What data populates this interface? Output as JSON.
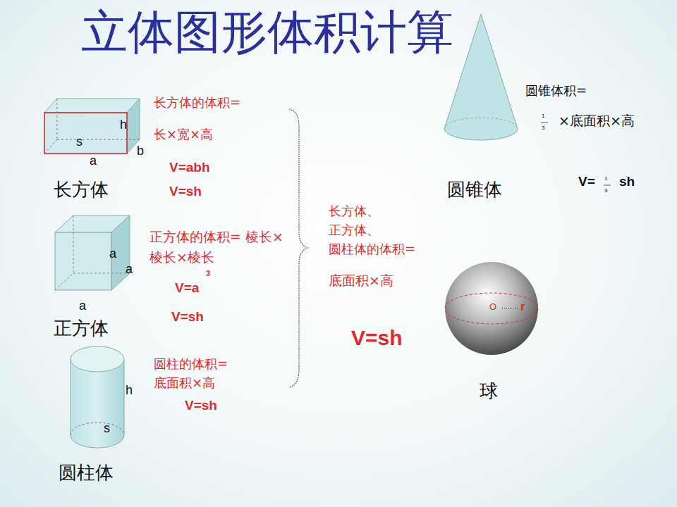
{
  "diagram": {
    "title": "立体图形体积计算",
    "labels": [
      "长方体的体积=",
      "长×宽×高",
      "V=abh",
      "V=sh",
      "h",
      "s",
      "a",
      "b",
      "长方体",
      "正方体的体积= 棱长×棱长×棱长",
      "V=a",
      "3",
      "V=sh",
      "a",
      "a",
      "a",
      "正方体",
      "圆柱的体积= 底面积×高",
      "V=sh",
      "h",
      "s",
      "圆柱体",
      "长方体、 正方体、 圆柱体的体积=",
      "底面积×高",
      "V=sh",
      "圆锥体积=",
      "1",
      "3",
      "×底面积×高",
      "圆锥体",
      "V=",
      "1",
      "3",
      "sh",
      "O",
      "r",
      "球"
    ]
  }
}
